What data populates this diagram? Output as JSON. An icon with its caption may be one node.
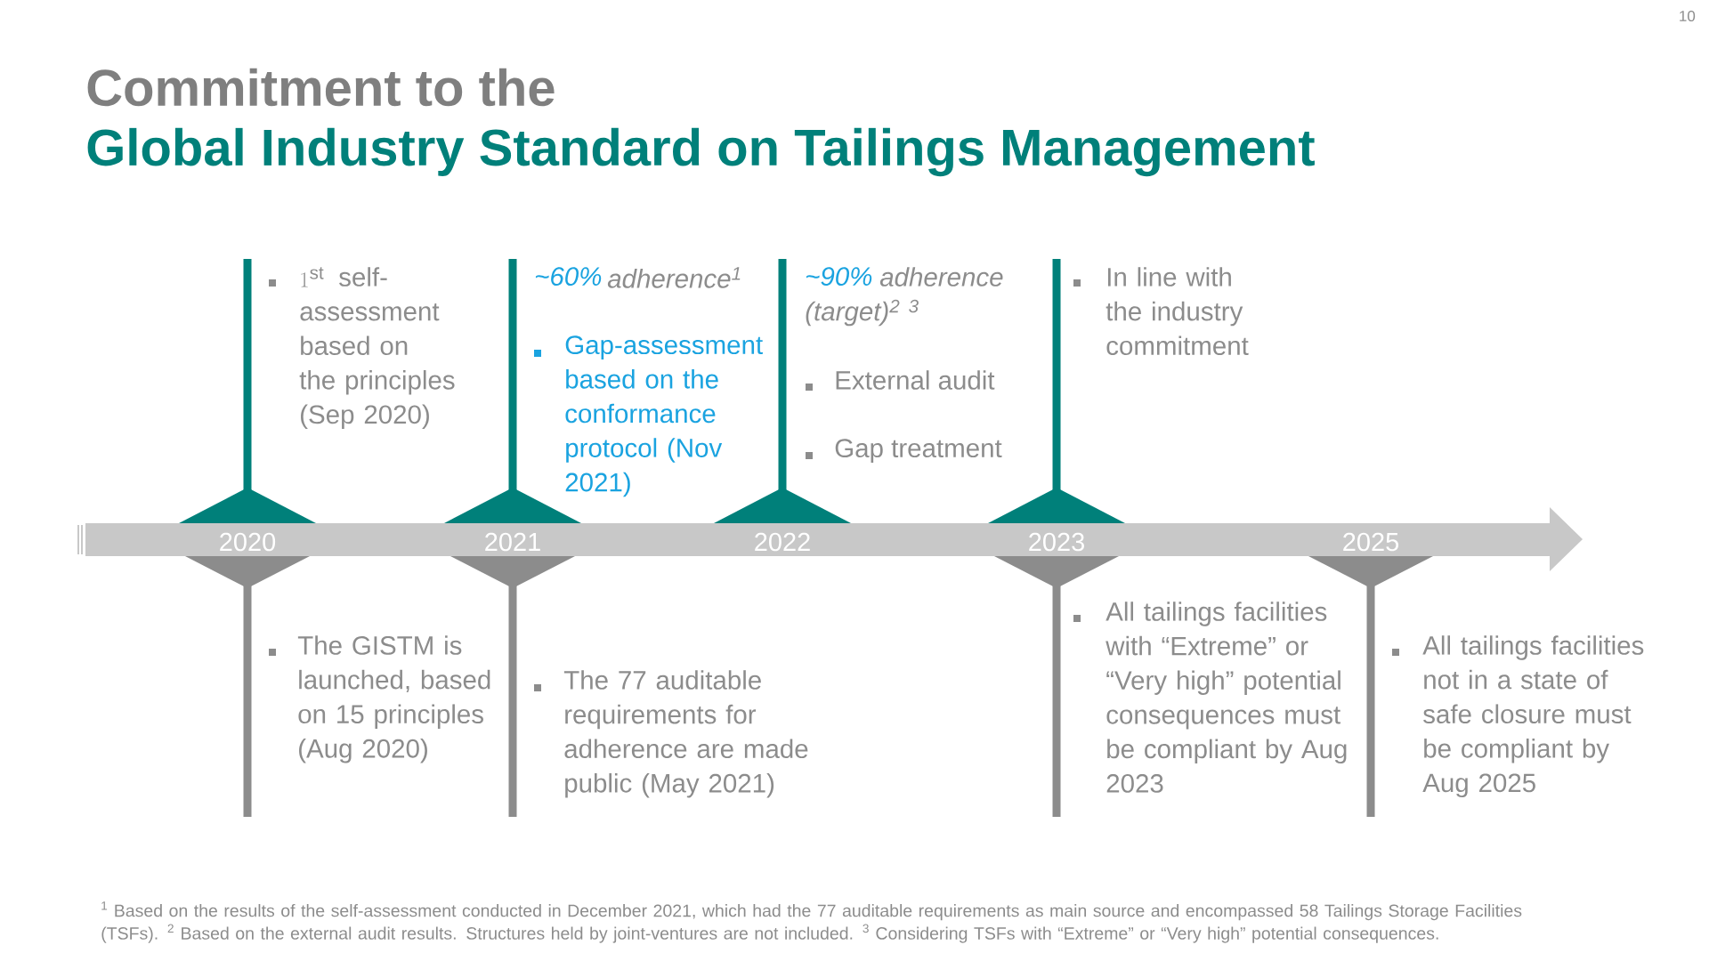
{
  "diagram": {
    "labels": [
      "10",
      "Commitment to the",
      "Global Industry Standard on Tailings Management",
      "1^{\\mathrm{st}}",
      "self-assessment based on the principles (Sep 2020)",
      "~60%",
      "adherence$^{1}$",
      "Gap-assessment based on the conformance protocol (Nov 2021)",
      "~90%",
      "adherence (target)$^{2 3}$",
      "External audit",
      "Gap treatment",
      "In line with the industry commitment",
      "2020",
      "2021",
      "2022",
      "2023",
      "2025",
      "The GISTM is launched, based on 15 principles (Aug 2020)",
      "The 77 auditable requirements for adherence are made public (May 2021)",
      "All tailings facilities with “Extreme” or “Very high” potential consequences must be compliant by Aug 2023",
      "All tailings facilities not in a state of safe closure must be compliant by Aug 2025",
      "$^{1}$ Based on the results of the self-assessment conducted in December 2021, which had the 77 auditable requirements as main source and encompassed 58 Tailings Storage Facilities (TSFs). $^{2}$ Based on the external audit results. Structures held by joint-ventures are not included. $^{3}$ Considering TSFs with “Extreme” or “Very high” potential consequences."
    ]
  }
}
